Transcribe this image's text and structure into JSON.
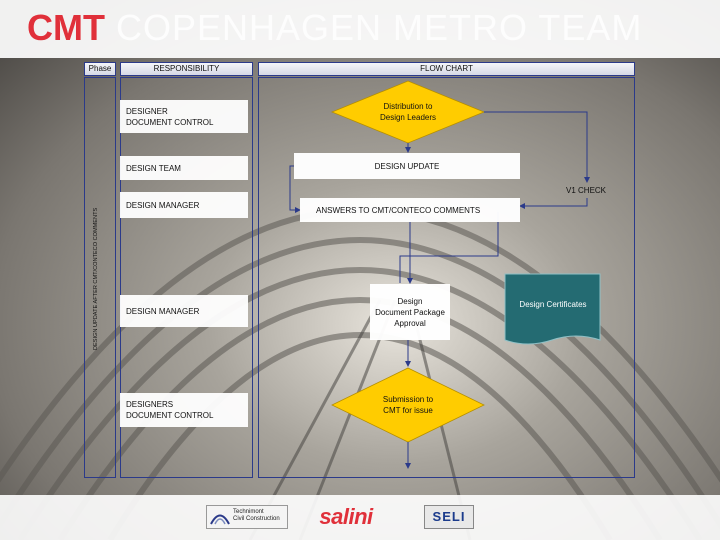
{
  "header": {
    "brand_bold": "CMT",
    "brand_rest": "COPENHAGEN METRO TEAM"
  },
  "columns": {
    "phase": "Phase",
    "responsibility": "RESPONSIBILITY",
    "flow_chart": "FLOW CHART"
  },
  "phase_label": "DESIGN UPDATE AFTER CMT/CONTECO COMMENTS",
  "responsibilities": [
    "DESIGNER\nDOCUMENT CONTROL",
    "DESIGN TEAM",
    "DESIGN MANAGER",
    "DESIGN MANAGER",
    "DESIGNERS\nDOCUMENT CONTROL"
  ],
  "flow": {
    "distribution": "Distribution to\nDesign Leaders",
    "design_update": "DESIGN UPDATE",
    "v1_check": "V1 CHECK",
    "answers": "ANSWERS TO CMT/CONTECO COMMENTS",
    "approval": "Design\nDocument Package\nApproval",
    "certificates": "Design Certificates",
    "submission": "Submission to\nCMT for issue"
  },
  "colors": {
    "brand_red": "#e0303a",
    "decision_yellow": "#ffcc00",
    "certificate_teal": "#246b72",
    "frame_blue": "#2b3a8a"
  },
  "logos": {
    "technimont": "Technimont\nCivil Construction",
    "salini": "salini",
    "seli": "SELI"
  }
}
